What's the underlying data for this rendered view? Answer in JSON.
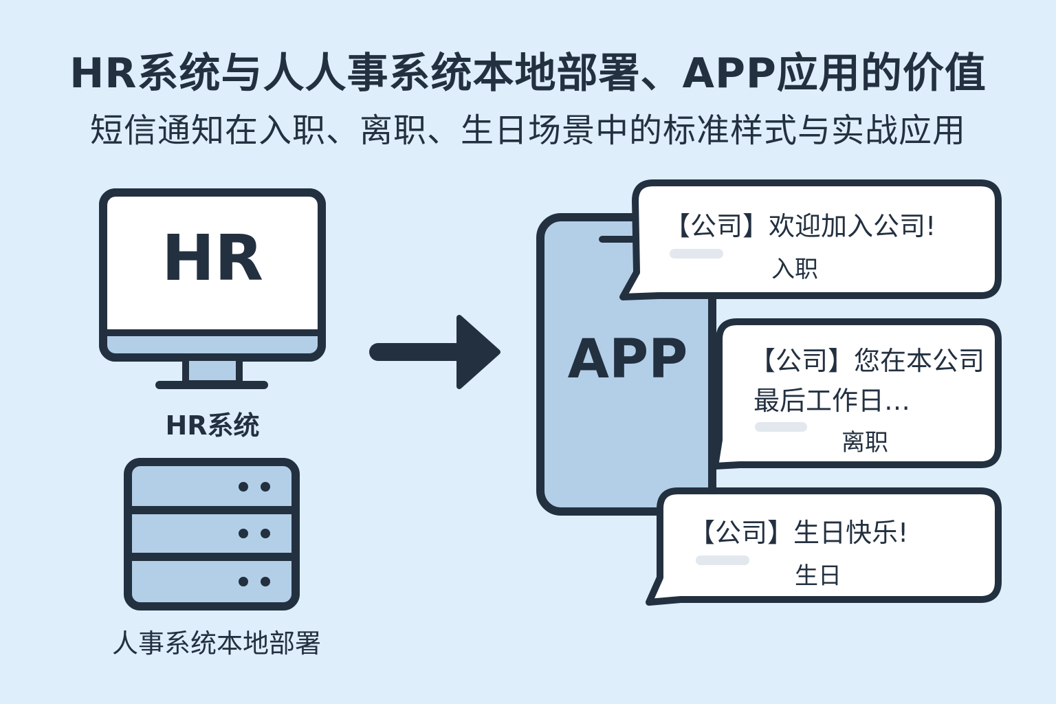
{
  "header": {
    "title": "HR系统与人人事系统本地部署、APP应用的价值",
    "subtitle": "短信通知在入职、离职、生日场景中的标准样式与实战应用"
  },
  "left": {
    "monitor_screen_text": "HR",
    "monitor_caption": "HR系统",
    "server_caption": "人事系统本地部署"
  },
  "phone": {
    "screen_text": "APP"
  },
  "messages": [
    {
      "text_line1": "【公司】欢迎加入公司!",
      "text_line2": "",
      "tag": "入职"
    },
    {
      "text_line1": "【公司】您在本公司",
      "text_line2": "最后工作日…",
      "tag": "离职"
    },
    {
      "text_line1": "【公司】生日快乐!",
      "text_line2": "",
      "tag": "生日"
    }
  ],
  "colors": {
    "background": "#deeefb",
    "outline": "#233040",
    "accent_fill": "#b3cfe8",
    "bubble_fill": "#ffffff",
    "placeholder_bar": "#e3e7ee"
  }
}
